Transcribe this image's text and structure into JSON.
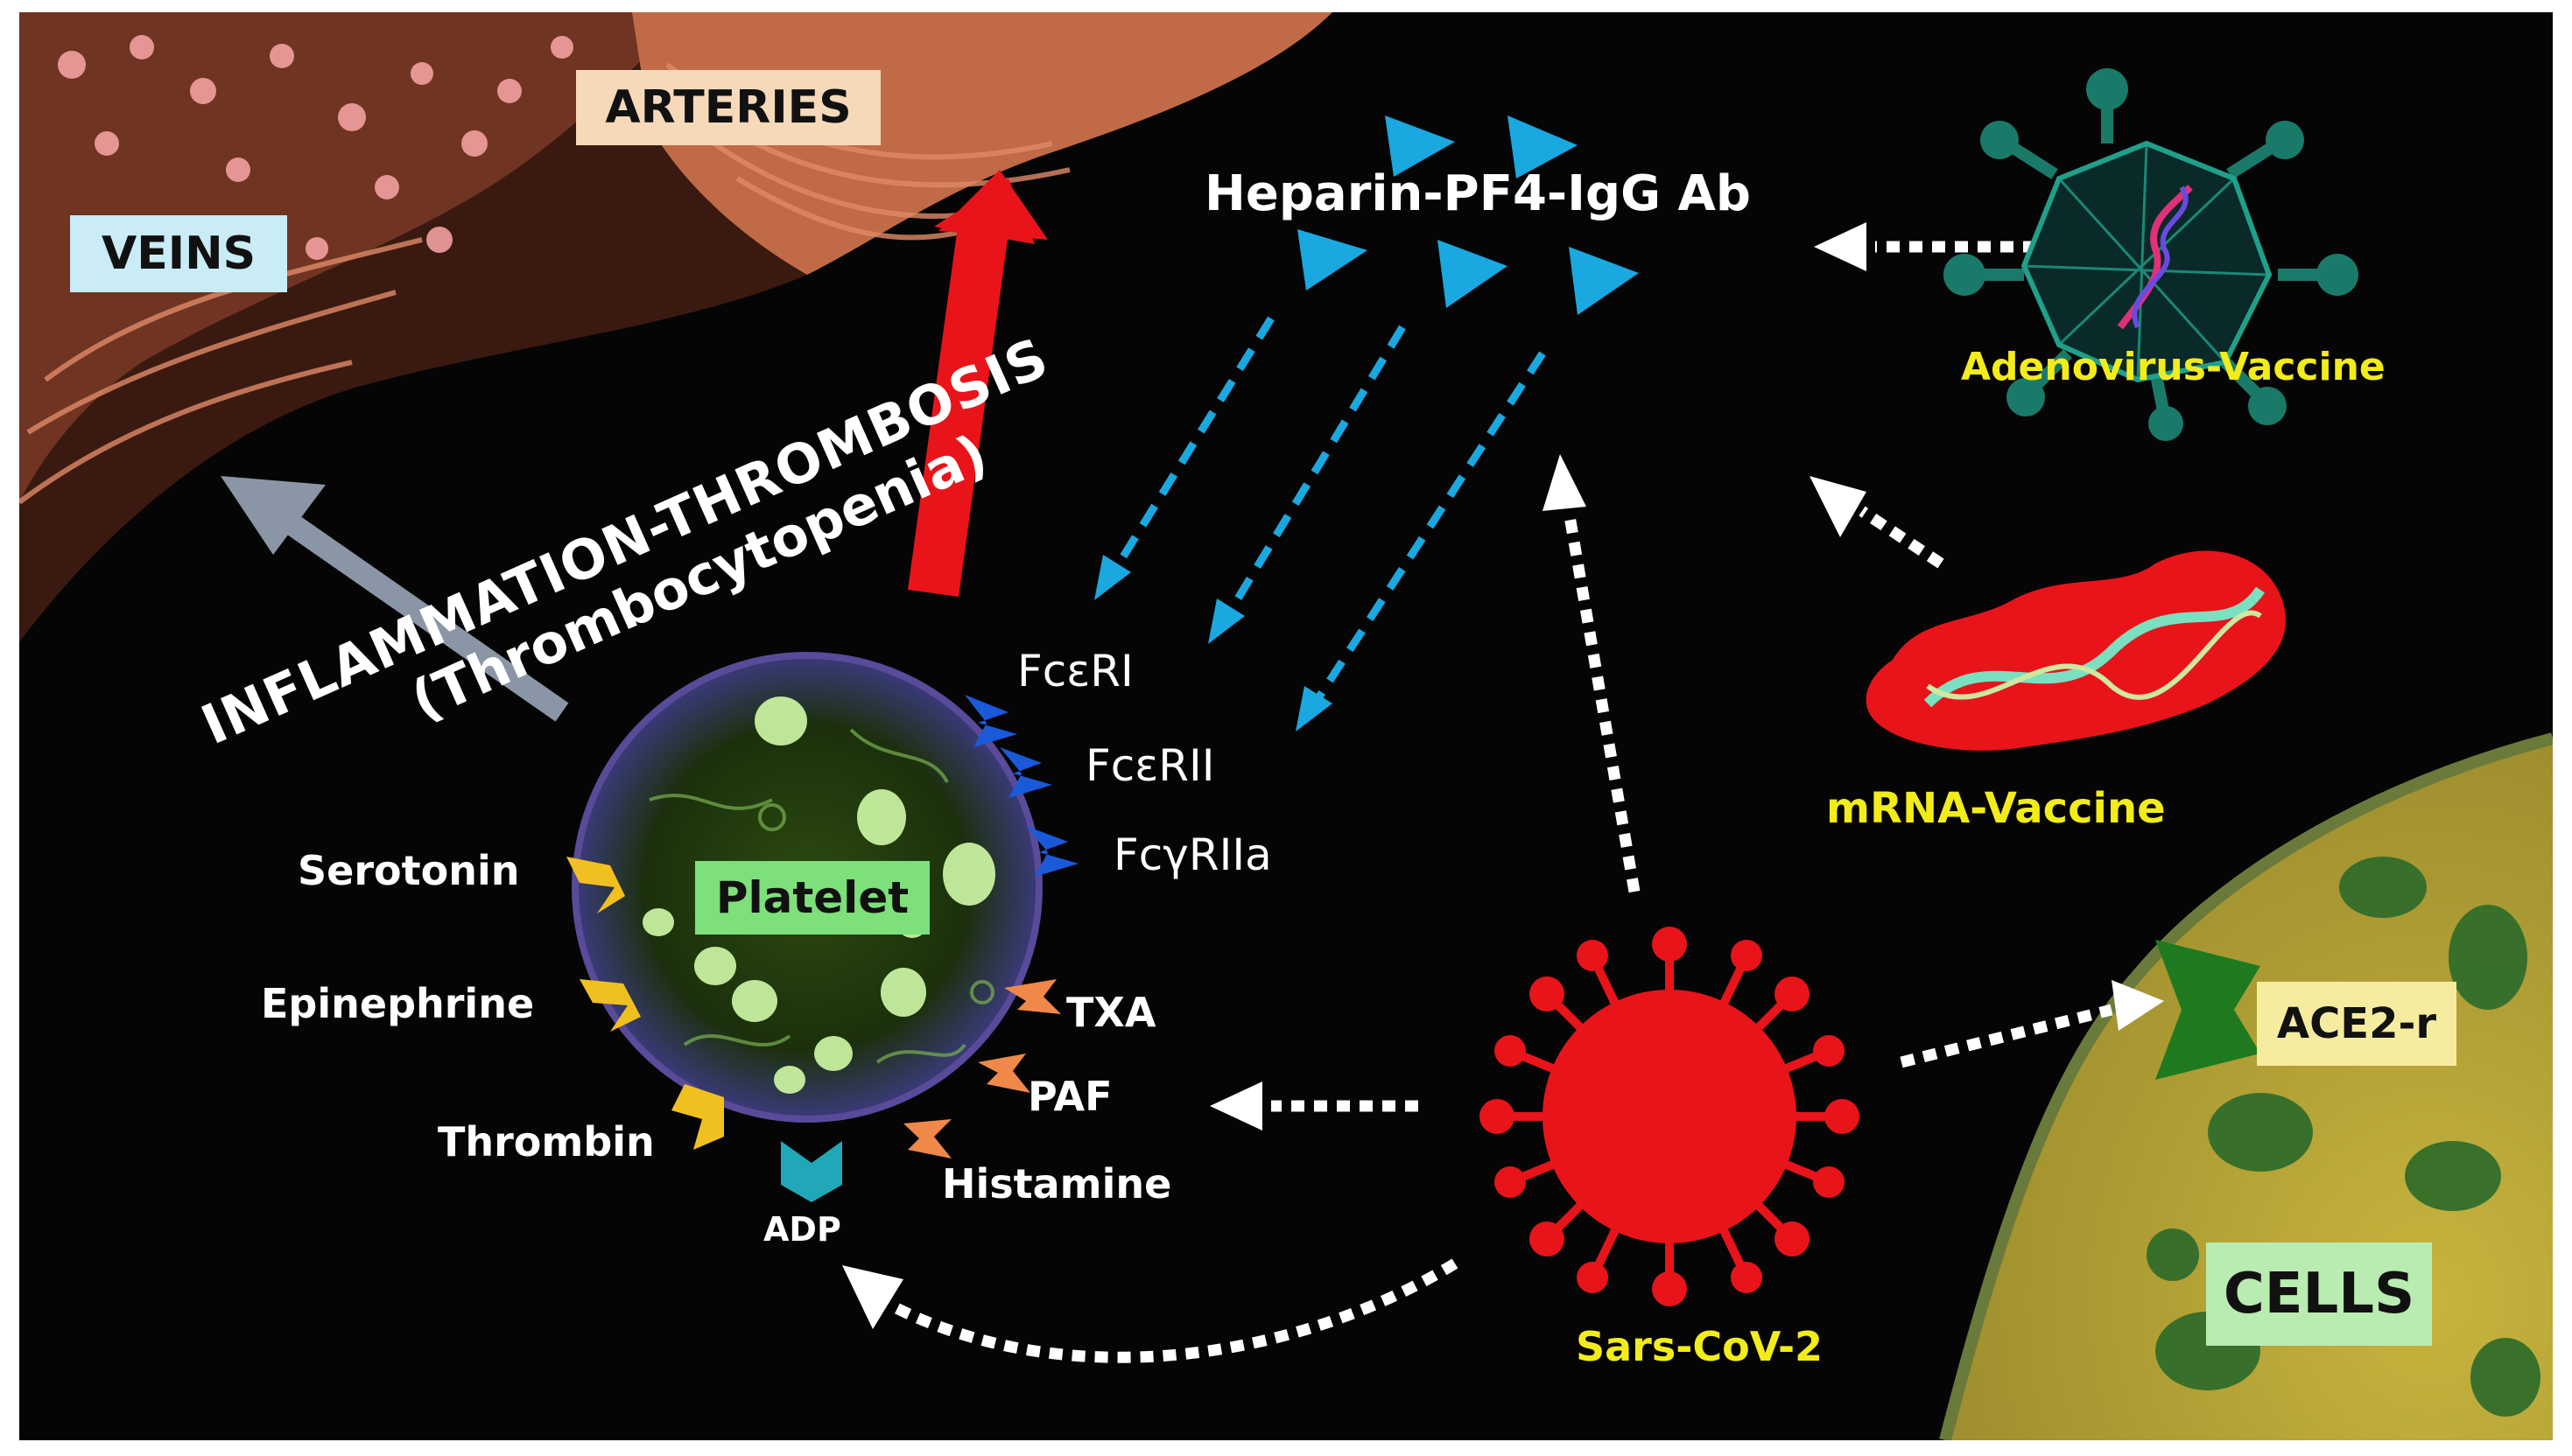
{
  "labels": {
    "veins": "VEINS",
    "arteries": "ARTERIES",
    "inflammation_line1": "INFLAMMATION-THROMBOSIS",
    "inflammation_line2": "(Thrombocytopenia)",
    "heparin": "Heparin-PF4-IgG Ab",
    "adenovirus": "Adenovirus-Vaccine",
    "mrna": "mRNA-Vaccine",
    "platelet": "Platelet",
    "sars": "Sars-CoV-2",
    "ace2": "ACE2-r",
    "cells": "CELLS"
  },
  "receptors": [
    "FcεRI",
    "FcεRII",
    "FcγRIIa"
  ],
  "agonists_left": [
    "Serotonin",
    "Epinephrine",
    "Thrombin"
  ],
  "agonists_right": [
    "TXA",
    "PAF",
    "Histamine"
  ],
  "agonist_bottom": "ADP",
  "colors": {
    "background": "#050505",
    "veins_box": "#c9ecf7",
    "arteries_box": "#f6d9b8",
    "platelet_box": "#7ee07a",
    "ace2_box": "#f6eca0",
    "cells_box": "#b9ecb0",
    "vaccine_text": "#f2ec1a",
    "virus": "#e8141a",
    "antibody_arrow": "#1aa8e0",
    "red_arrow": "#e8141a",
    "grey_arrow": "#8a96a6",
    "vessel_tissue": "#c86a4a",
    "cell_tissue": "#b8a43a"
  }
}
